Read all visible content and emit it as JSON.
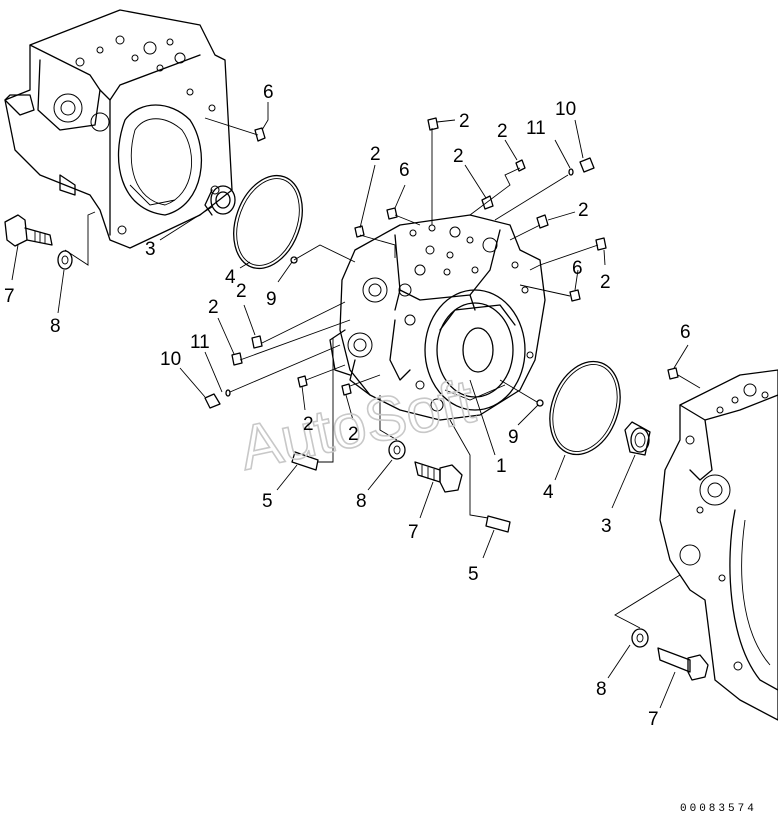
{
  "diagram": {
    "document_number": "00083574",
    "watermark": "AutoSoft",
    "callouts": [
      {
        "id": "c6a",
        "label": "6"
      },
      {
        "id": "c7a",
        "label": "7"
      },
      {
        "id": "c8a",
        "label": "8"
      },
      {
        "id": "c3a",
        "label": "3"
      },
      {
        "id": "c4a",
        "label": "4"
      },
      {
        "id": "c9a",
        "label": "9"
      },
      {
        "id": "c2a",
        "label": "2"
      },
      {
        "id": "c2b",
        "label": "2"
      },
      {
        "id": "c2c",
        "label": "2"
      },
      {
        "id": "c2d",
        "label": "2"
      },
      {
        "id": "c2e",
        "label": "2"
      },
      {
        "id": "c11a",
        "label": "11"
      },
      {
        "id": "c10a",
        "label": "10"
      },
      {
        "id": "c6b",
        "label": "6"
      },
      {
        "id": "c2f",
        "label": "2"
      },
      {
        "id": "c2g",
        "label": "2"
      },
      {
        "id": "c6c",
        "label": "6"
      },
      {
        "id": "c2h",
        "label": "2"
      },
      {
        "id": "c11b",
        "label": "11"
      },
      {
        "id": "c10b",
        "label": "10"
      },
      {
        "id": "c2i",
        "label": "2"
      },
      {
        "id": "c2j",
        "label": "2"
      },
      {
        "id": "c9b",
        "label": "9"
      },
      {
        "id": "c1a",
        "label": "1"
      },
      {
        "id": "c4b",
        "label": "4"
      },
      {
        "id": "c3b",
        "label": "3"
      },
      {
        "id": "c6d",
        "label": "6"
      },
      {
        "id": "c5a",
        "label": "5"
      },
      {
        "id": "c8b",
        "label": "8"
      },
      {
        "id": "c7b",
        "label": "7"
      },
      {
        "id": "c5b",
        "label": "5"
      },
      {
        "id": "c8c",
        "label": "8"
      },
      {
        "id": "c7c",
        "label": "7"
      }
    ]
  }
}
